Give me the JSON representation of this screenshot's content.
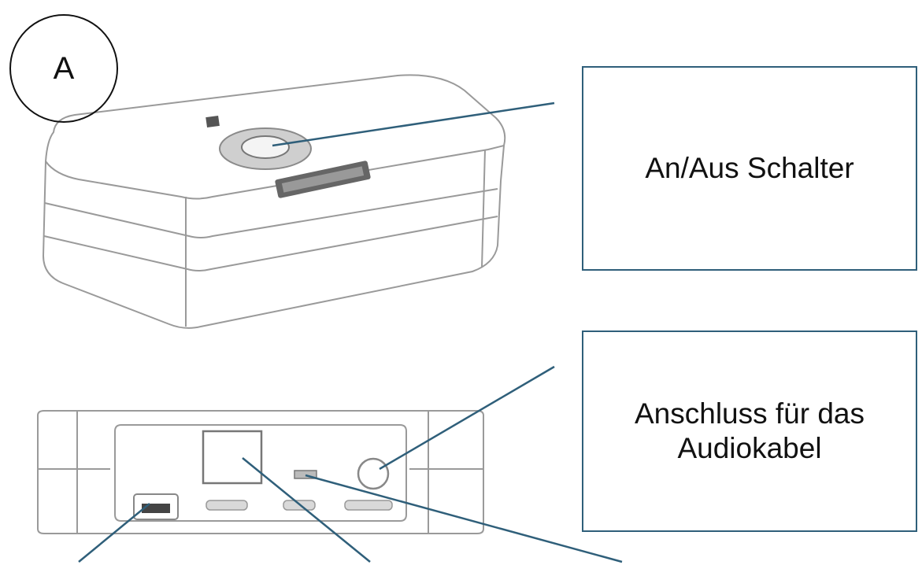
{
  "figure": {
    "letter": "A"
  },
  "labels": {
    "power_switch": "An/Aus Schalter",
    "audio_port": "Anschluss für das\nAudiokabel"
  },
  "colors": {
    "leader_line": "#2f5f7a",
    "box_border": "#2f5f7a",
    "device_outline": "#9a9a9a"
  }
}
